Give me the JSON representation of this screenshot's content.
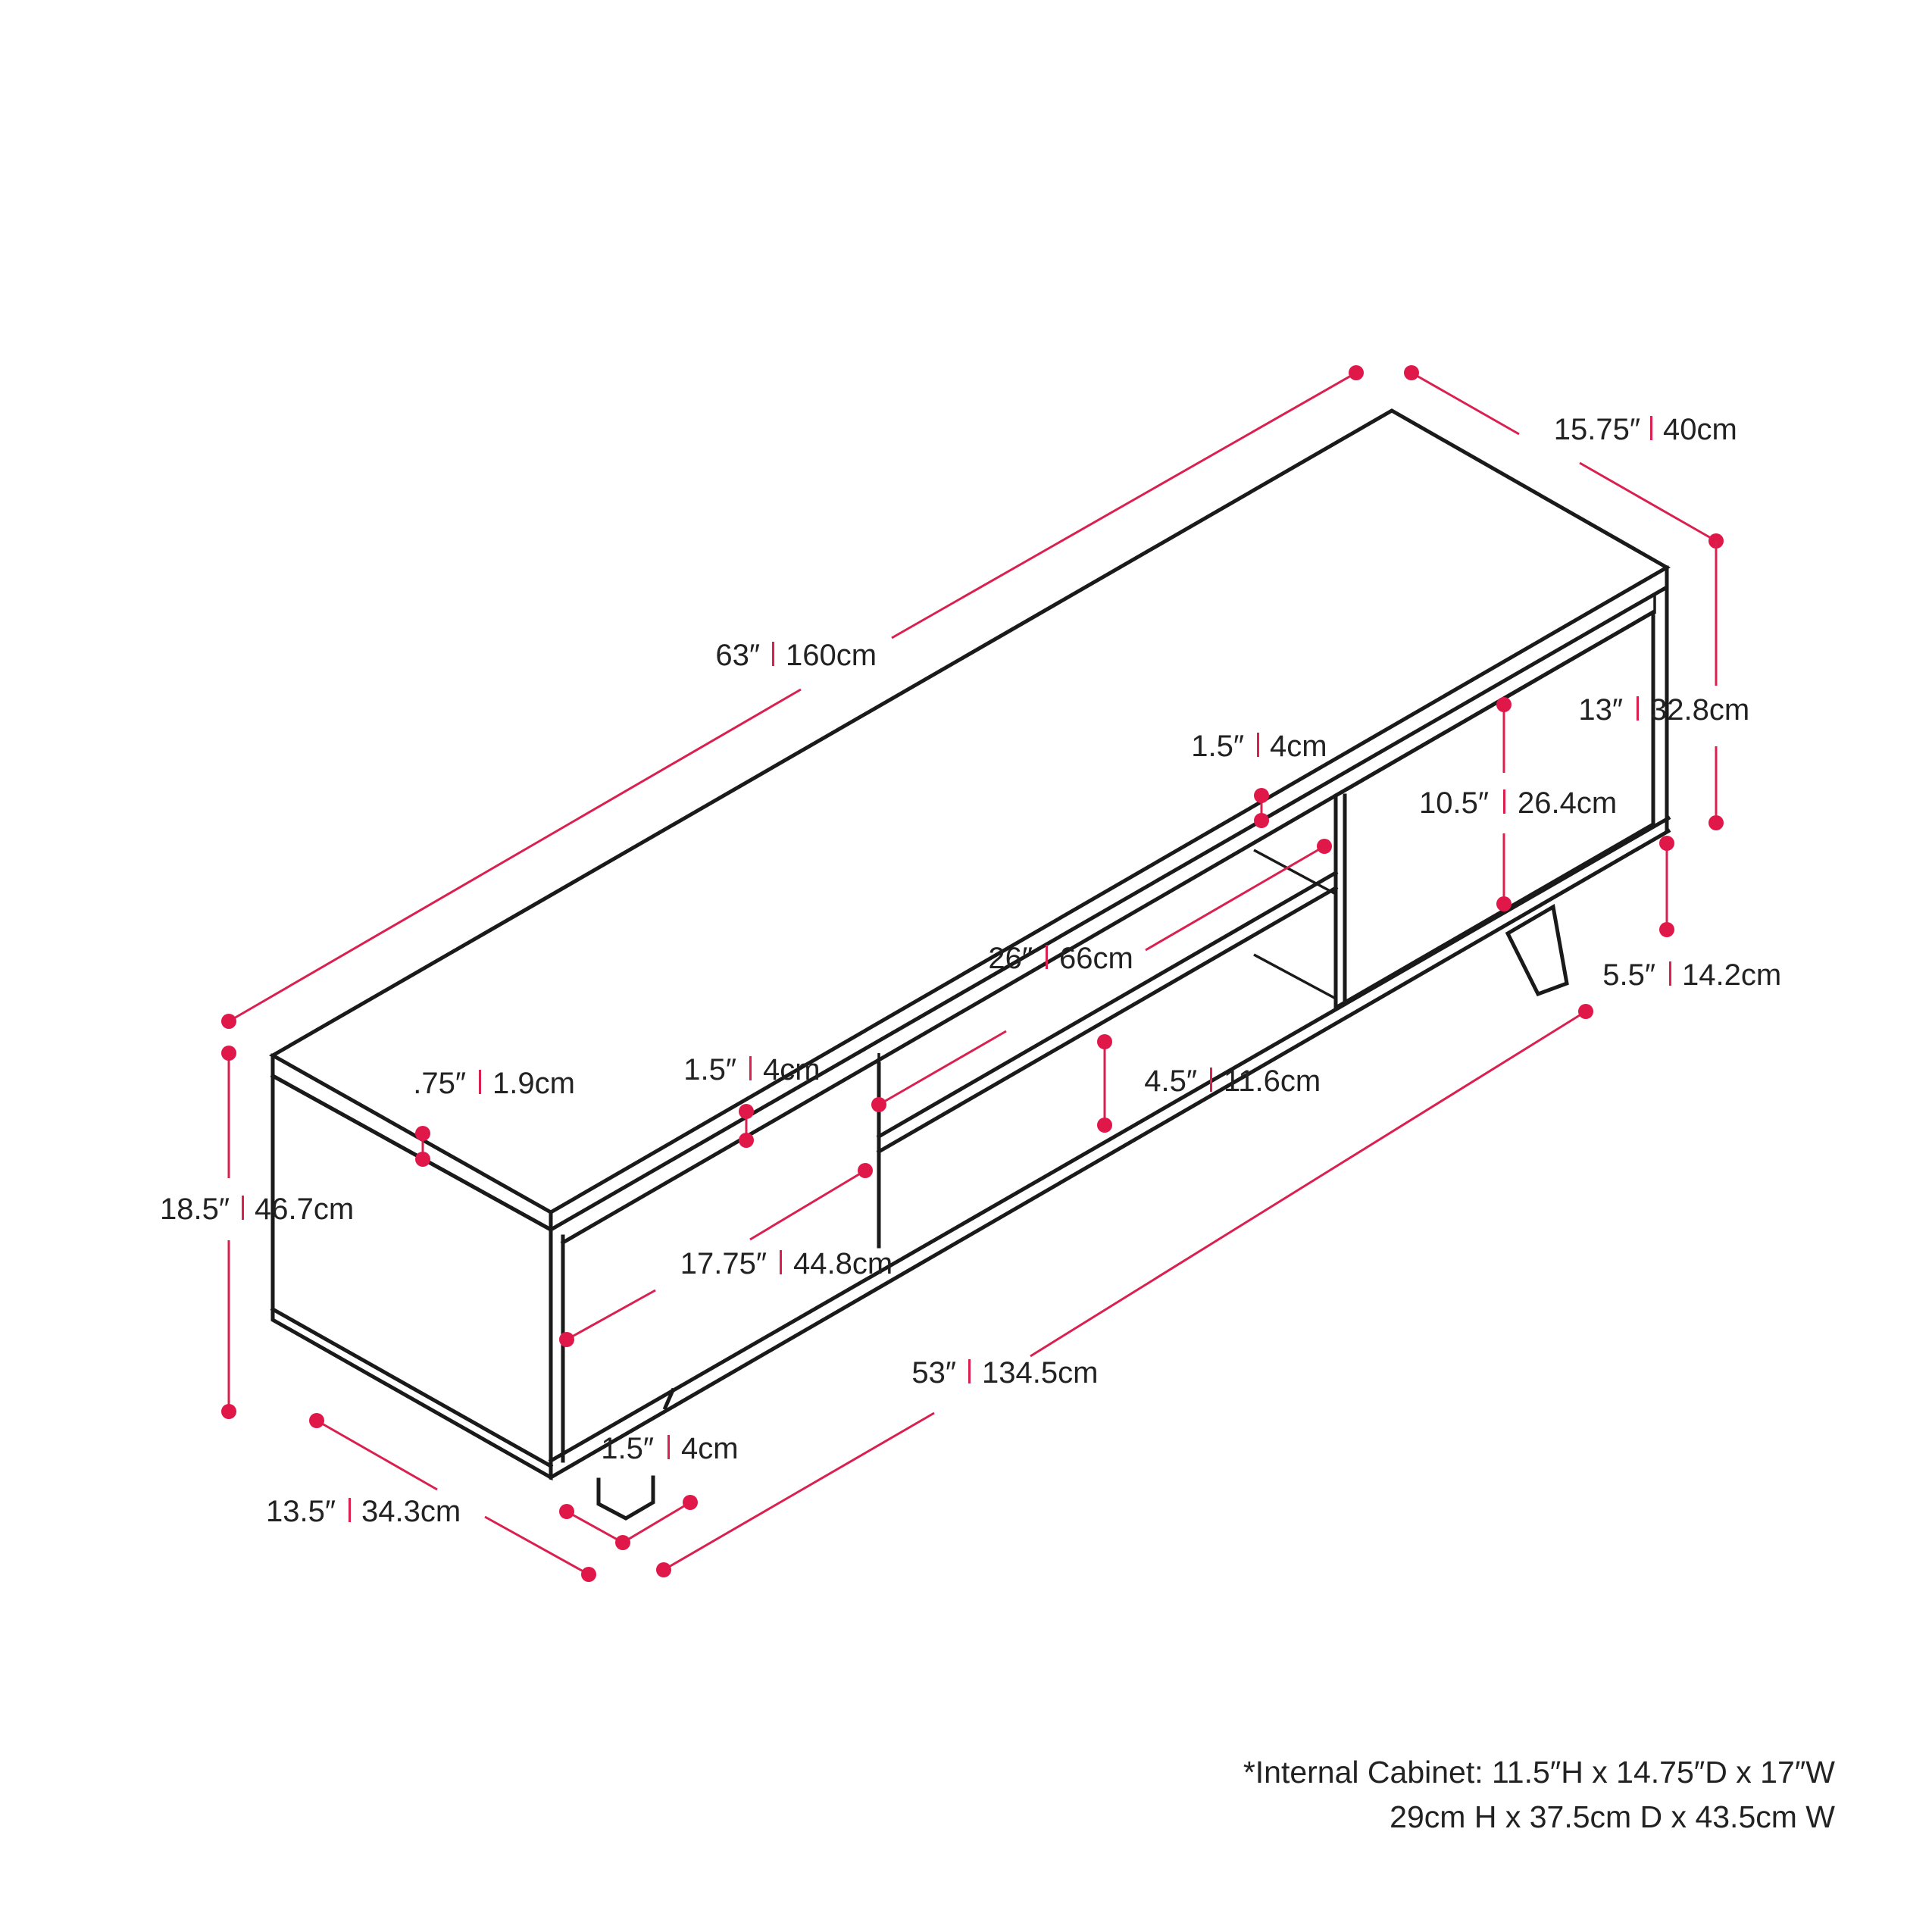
{
  "colors": {
    "dimension": "#e0184a",
    "outline": "#1a1a1a",
    "text": "#222222",
    "background": "#ffffff"
  },
  "dimensions": {
    "overall_width": {
      "imperial": "63″",
      "metric": "160cm"
    },
    "overall_depth": {
      "imperial": "15.75″",
      "metric": "40cm"
    },
    "cabinet_height": {
      "imperial": "13″",
      "metric": "32.8cm"
    },
    "door_height": {
      "imperial": "10.5″",
      "metric": "26.4cm"
    },
    "top_thickness": {
      "imperial": "1.5″",
      "metric": "4cm"
    },
    "leg_height": {
      "imperial": "5.5″",
      "metric": "14.2cm"
    },
    "shelf_width": {
      "imperial": "26″",
      "metric": "66cm"
    },
    "panel_thickness": {
      "imperial": ".75″",
      "metric": "1.9cm"
    },
    "side_opening_gap": {
      "imperial": "1.5″",
      "metric": "4cm"
    },
    "lower_opening": {
      "imperial": "4.5″",
      "metric": "11.6cm"
    },
    "overall_height": {
      "imperial": "18.5″",
      "metric": "46.7cm"
    },
    "opening_depth": {
      "imperial": "17.75″",
      "metric": "44.8cm"
    },
    "leg_span": {
      "imperial": "53″",
      "metric": "134.5cm"
    },
    "leg_width": {
      "imperial": "1.5″",
      "metric": "4cm"
    },
    "side_depth": {
      "imperial": "13.5″",
      "metric": "34.3cm"
    }
  },
  "note": {
    "line1": "*Internal Cabinet: 11.5″H x 14.75″D x 17″W",
    "line2": "29cm H x 37.5cm D x 43.5cm W"
  }
}
